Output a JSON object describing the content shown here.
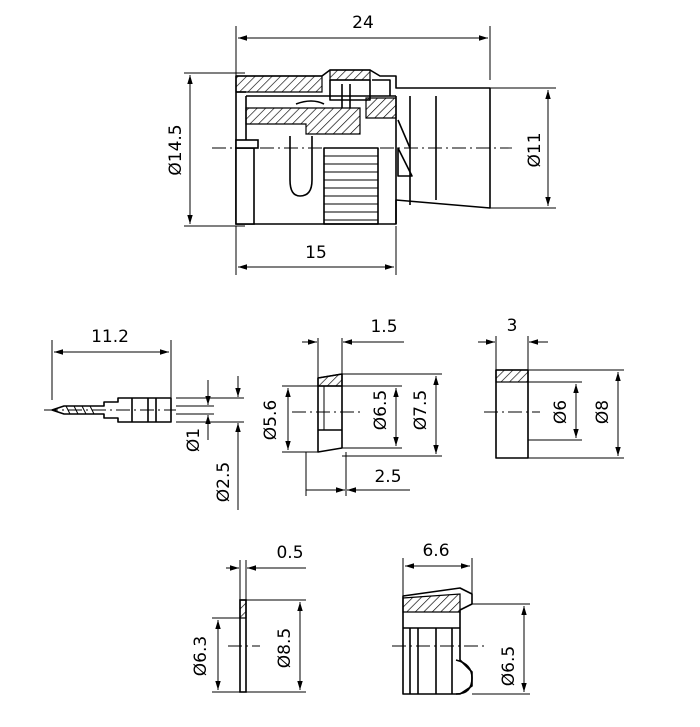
{
  "dimensions": {
    "main_length": "24",
    "main_outer_dia": "Ø14.5",
    "main_inner_dia": "Ø11",
    "main_body_length": "15",
    "pin_length": "11.2",
    "pin_dia_small": "Ø1",
    "pin_dia_large": "Ø2.5",
    "ferrule_width": "1.5",
    "ferrule_length": "2.5",
    "ferrule_dia_a": "Ø5.6",
    "ferrule_dia_b": "Ø6.5",
    "ferrule_dia_c": "Ø7.5",
    "ring_width": "3",
    "ring_dia_inner": "Ø6",
    "ring_dia_outer": "Ø8",
    "washer_thickness": "0.5",
    "washer_dia_inner": "Ø6.3",
    "washer_dia_outer": "Ø8.5",
    "nut_length": "6.6",
    "nut_dia": "Ø6.5"
  }
}
